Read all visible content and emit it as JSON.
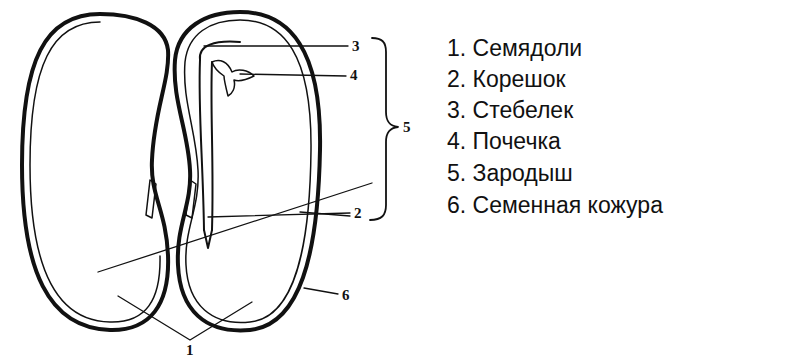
{
  "diagram": {
    "labels": [
      "3",
      "4",
      "5",
      "2",
      "6",
      "1",
      "1. Семядоли",
      "2. Корешок",
      "3. Стебелек",
      "4. Почечка",
      "5. Зародыш",
      "6. Семенная кожура"
    ]
  }
}
